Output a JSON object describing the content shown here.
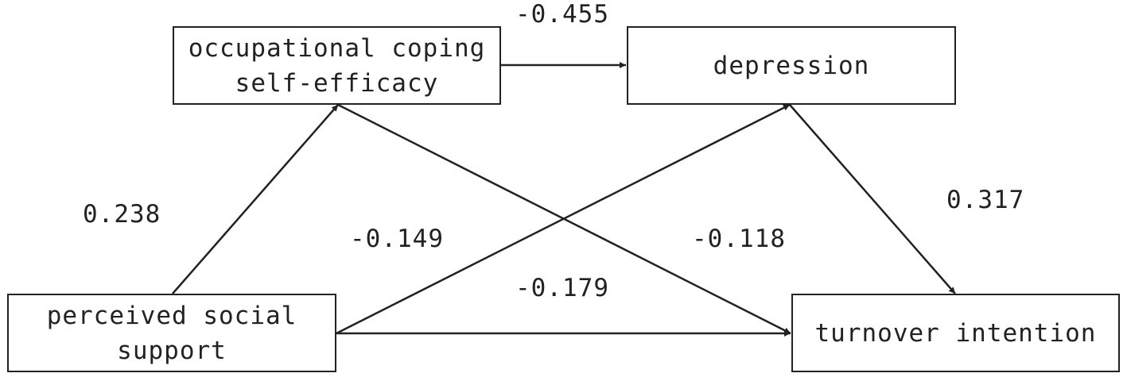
{
  "nodes": {
    "ocse": {
      "line1": "occupational coping",
      "line2": "self-efficacy"
    },
    "depression": {
      "label": "depression"
    },
    "pss": {
      "line1": "perceived social",
      "line2": "support"
    },
    "turnover": {
      "label": "turnover intention"
    }
  },
  "paths": [
    {
      "from": "occupational coping self-efficacy",
      "to": "depression",
      "coefficient": "-0.455"
    },
    {
      "from": "perceived social support",
      "to": "occupational coping self-efficacy",
      "coefficient": "0.238"
    },
    {
      "from": "perceived social support",
      "to": "depression",
      "coefficient": "-0.149"
    },
    {
      "from": "occupational coping self-efficacy",
      "to": "turnover intention",
      "coefficient": "-0.118"
    },
    {
      "from": "perceived social support",
      "to": "turnover intention",
      "coefficient": "-0.179"
    },
    {
      "from": "depression",
      "to": "turnover intention",
      "coefficient": "0.317"
    }
  ],
  "colors": {
    "line": "#222222",
    "text": "#222222"
  }
}
